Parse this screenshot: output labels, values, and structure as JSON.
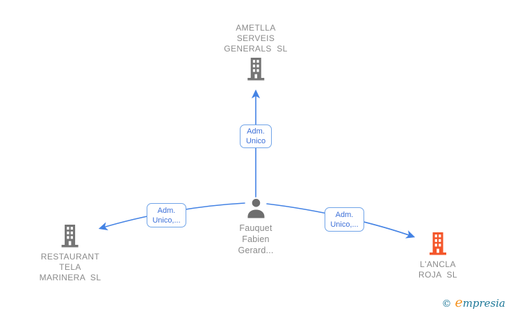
{
  "canvas": {
    "background": "#ffffff"
  },
  "colors": {
    "canvas_bg": "#ffffff",
    "edge_blue": "#4382e4",
    "label_border": "#6fa3e8",
    "label_text": "#3c6fd8",
    "building_gray": "#757575",
    "building_orange": "#f4562a",
    "person_gray": "#6e6e6e",
    "node_text": "#8a8a8a",
    "watermark_teal": "#1e7898",
    "watermark_orange": "#f5921e"
  },
  "nodes": {
    "ametlla": {
      "line1": "AMETLLA",
      "line2": "SERVEIS",
      "line3": "GENERALS  SL",
      "icon": "building-icon"
    },
    "person": {
      "line1": "Fauquet",
      "line2": "Fabien",
      "line3": "Gerard...",
      "icon": "person-icon"
    },
    "restaurant": {
      "line1": "RESTAURANT",
      "line2": "TELA",
      "line3": "MARINERA  SL",
      "icon": "building-icon"
    },
    "ancla": {
      "line1": "L'ANCLA",
      "line2": "ROJA  SL",
      "icon": "building-icon-orange"
    }
  },
  "edge_labels": {
    "top": {
      "line1": "Adm.",
      "line2": "Unico"
    },
    "left": {
      "line1": "Adm.",
      "line2": "Unico,..."
    },
    "right": {
      "line1": "Adm.",
      "line2": "Unico,..."
    }
  },
  "watermark": {
    "symbol": "©",
    "brand_first": "e",
    "brand_rest": "mpresia"
  }
}
